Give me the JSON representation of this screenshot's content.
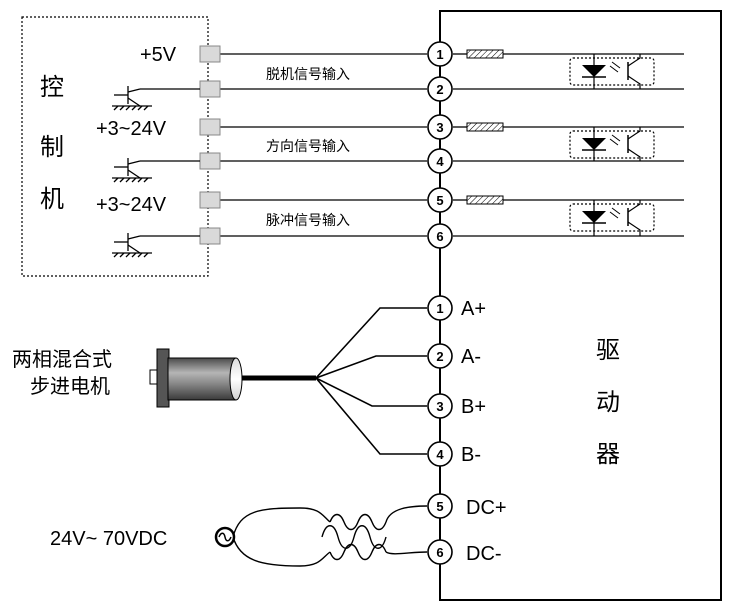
{
  "controller": {
    "chars": [
      "控",
      "制",
      "机"
    ]
  },
  "controller_pins": [
    {
      "voltage": "+5V",
      "signal": "脱机信号输入"
    },
    {
      "voltage": "+3~24V",
      "signal": "方向信号输入"
    },
    {
      "voltage": "+3~24V",
      "signal": "脉冲信号输入"
    }
  ],
  "driver": {
    "chars": [
      "驱",
      "动",
      "器"
    ]
  },
  "input_terminals": [
    "1",
    "2",
    "3",
    "4",
    "5",
    "6"
  ],
  "motor_terminals": [
    {
      "num": "1",
      "label": "A+"
    },
    {
      "num": "2",
      "label": "A-"
    },
    {
      "num": "3",
      "label": "B+"
    },
    {
      "num": "4",
      "label": "B-"
    }
  ],
  "power_terminals": [
    {
      "num": "5",
      "label": "DC+"
    },
    {
      "num": "6",
      "label": "DC-"
    }
  ],
  "motor": {
    "line1": "两相混合式",
    "line2": "步进电机"
  },
  "power": {
    "label": "24V~ 70VDC"
  },
  "colors": {
    "line": "#000000",
    "motor_body": "#808080",
    "pin_fill": "#d9d9d9"
  }
}
